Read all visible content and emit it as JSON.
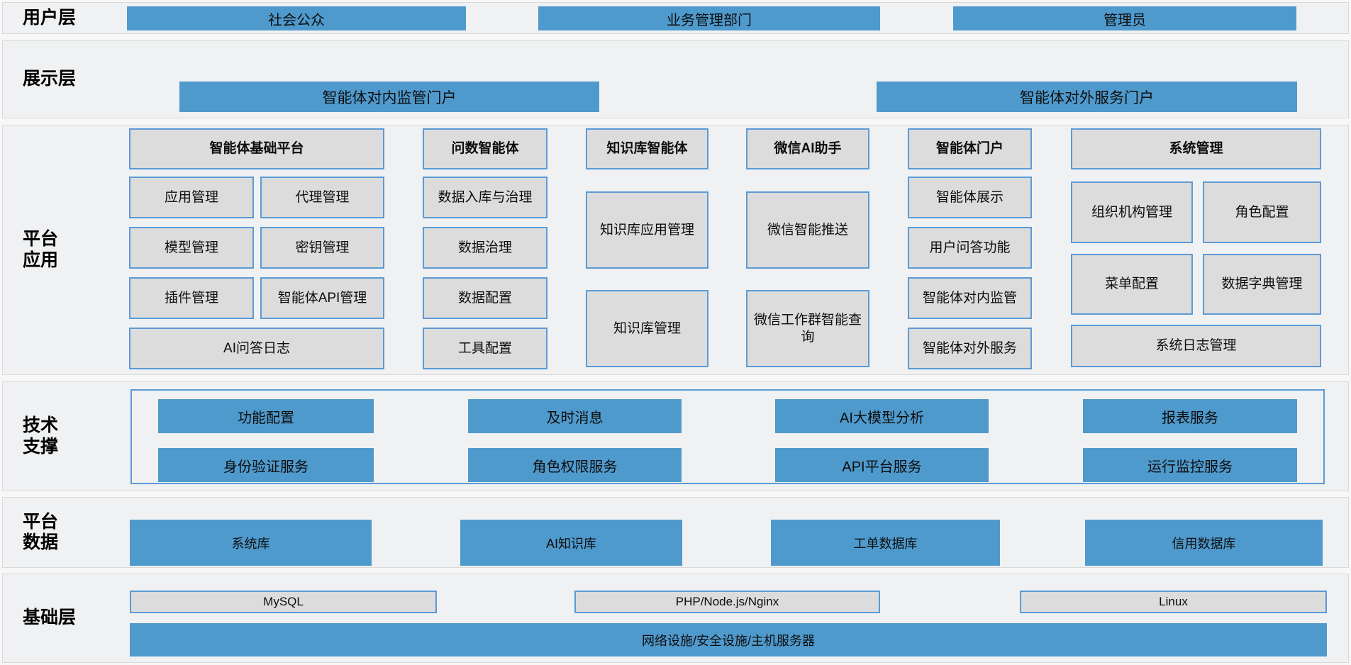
{
  "colors": {
    "accent_blue": "#4f9acd",
    "border_blue": "#5b9bd5",
    "box_gray": "#dcdcdc",
    "band_gray": "#f0f1f2"
  },
  "layers": {
    "user": {
      "label": "用户层",
      "items": [
        "社会公众",
        "业务管理部门",
        "管理员"
      ]
    },
    "display": {
      "label": "展示层",
      "items": [
        "智能体对内监管门户",
        "智能体对外服务门户"
      ]
    },
    "platform_app": {
      "label": "平台\n应用",
      "columns": [
        {
          "header": "智能体基础平台",
          "items": [
            "应用管理",
            "代理管理",
            "模型管理",
            "密钥管理",
            "插件管理",
            "智能体API管理",
            "AI问答日志"
          ]
        },
        {
          "header": "问数智能体",
          "items": [
            "数据入库与治理",
            "数据治理",
            "数据配置",
            "工具配置"
          ]
        },
        {
          "header": "知识库智能体",
          "items": [
            "知识库应用管理",
            "知识库管理"
          ]
        },
        {
          "header": "微信AI助手",
          "items": [
            "微信智能推送",
            "微信工作群智能查询"
          ]
        },
        {
          "header": "智能体门户",
          "items": [
            "智能体展示",
            "用户问答功能",
            "智能体对内监管",
            "智能体对外服务"
          ]
        },
        {
          "header": "系统管理",
          "items": [
            "组织机构管理",
            "角色配置",
            "菜单配置",
            "数据字典管理",
            "系统日志管理"
          ]
        }
      ]
    },
    "tech_support": {
      "label": "技术\n支撑",
      "items": [
        "功能配置",
        "及时消息",
        "AI大模型分析",
        "报表服务",
        "身份验证服务",
        "角色权限服务",
        "API平台服务",
        "运行监控服务"
      ]
    },
    "platform_data": {
      "label": "平台\n数据",
      "items": [
        "系统库",
        "AI知识库",
        "工单数据库",
        "信用数据库"
      ]
    },
    "base": {
      "label": "基础层",
      "items": [
        "MySQL",
        "PHP/Node.js/Nginx",
        "Linux"
      ],
      "bar": "网络设施/安全设施/主机服务器"
    }
  }
}
